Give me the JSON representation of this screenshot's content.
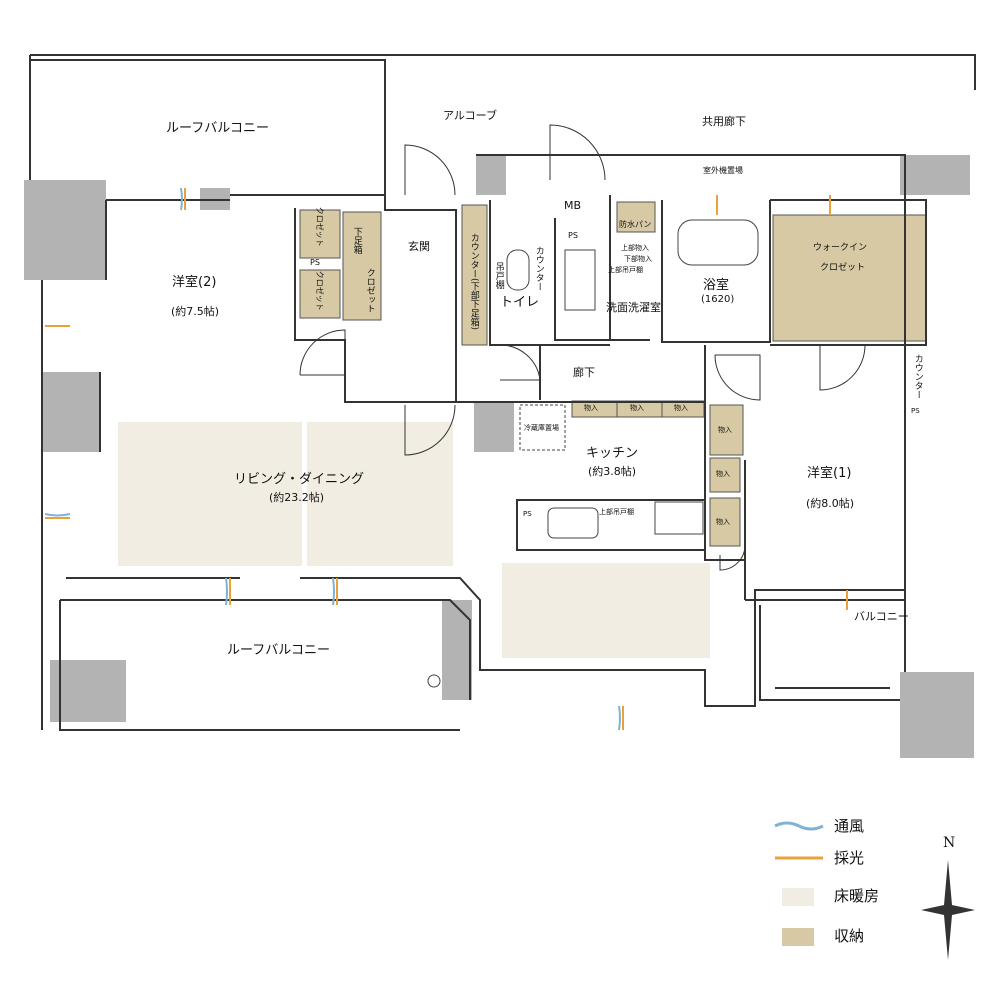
{
  "rooms": {
    "roof_balcony_top": "ルーフバルコニー",
    "alcove": "アルコーブ",
    "common_corridor": "共用廊下",
    "outdoor_unit": "室外機置場",
    "mb": "MB",
    "ps": "PS",
    "western2_name": "洋室(2)",
    "western2_size": "(約7.5帖)",
    "closet": "クロゼット",
    "shoe_box": "下足箱",
    "entrance": "玄関",
    "counter_entrance": "カウンター(下部下足箱)",
    "toilet": "トイレ",
    "counter": "カウンター",
    "hanging_shelf": "吊戸棚",
    "washroom": "洗面洗濯室",
    "waterproof_pan": "防水パン",
    "upper_storage": "上部物入",
    "lower_storage": "下部物入",
    "upper_hanging_shelf": "上部吊戸棚",
    "bath_name": "浴室",
    "bath_size": "(1620)",
    "walkin_1": "ウォークイン",
    "walkin_2": "クロゼット",
    "hallway": "廊下",
    "storage": "物入",
    "fridge": "冷蔵庫置場",
    "kitchen_name": "キッチン",
    "kitchen_size": "(約3.8帖)",
    "living_name": "リビング・ダイニング",
    "living_size": "(約23.2帖)",
    "upper_cabinet_kitchen": "上部吊戸棚",
    "western1_name": "洋室(1)",
    "western1_size": "(約8.0帖)",
    "counter_right": "カウンター",
    "balcony": "バルコニー",
    "roof_balcony_bottom": "ルーフバルコニー"
  },
  "legend": {
    "ventilation": "通風",
    "daylight": "採光",
    "floor_heating": "床暖房",
    "storage": "収納"
  },
  "compass": {
    "north": "N"
  },
  "colors": {
    "wall": "#b3b3b3",
    "storage": "#d6c9a4",
    "floor_heating": "#f2ede3",
    "ventilation": "#7fb3d5",
    "daylight": "#e8a23c",
    "line": "#333333"
  }
}
